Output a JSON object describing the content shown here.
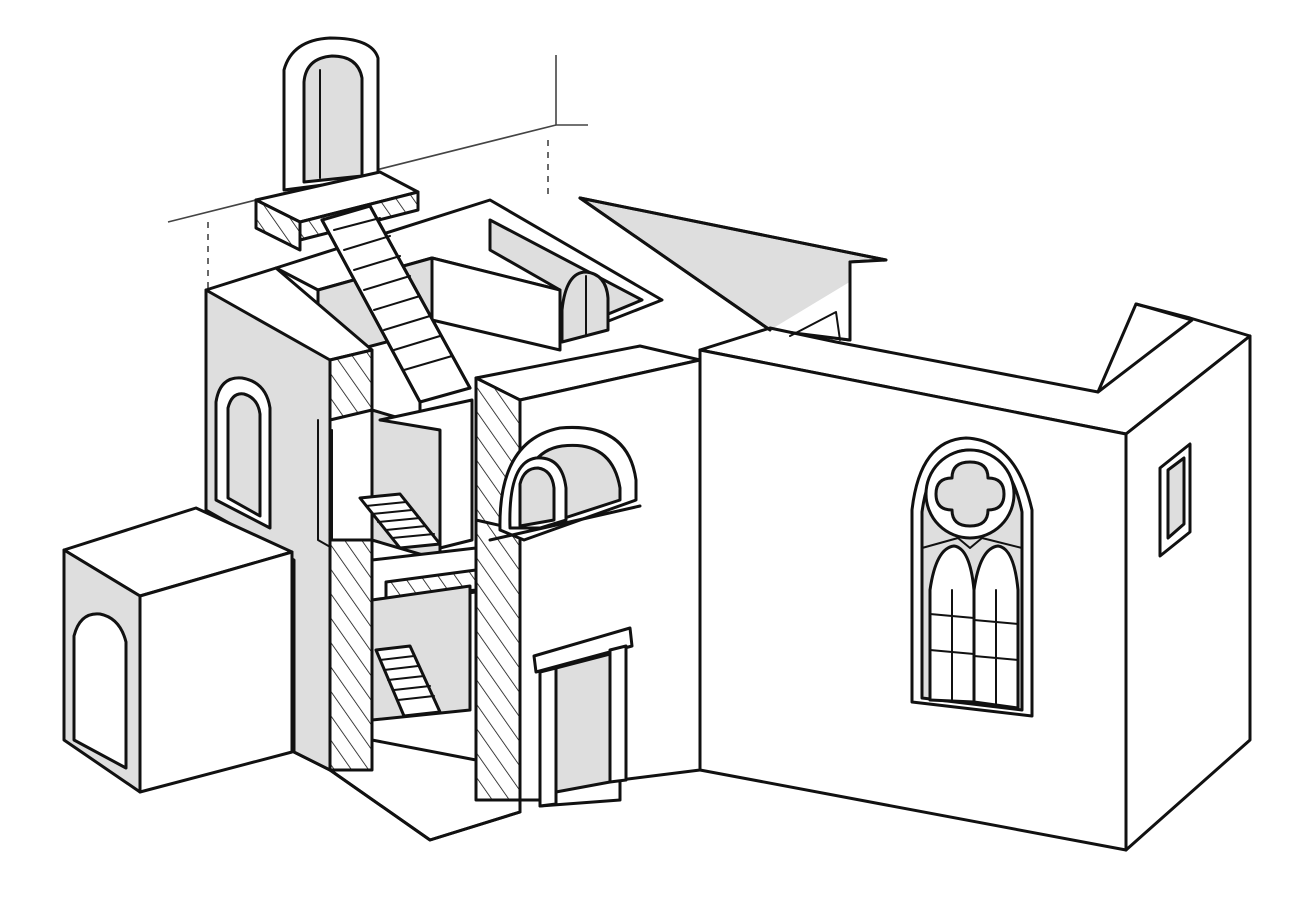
{
  "figure": {
    "kind": "isometric cutaway line drawing of a building",
    "style": "black ink on white, grey-shaded interior walls, diagonal hatching on cut walls",
    "colors": {
      "ink": "#111111",
      "shade": "#dedede",
      "background": "#ffffff"
    },
    "parts": [
      "tower-arched-doorway",
      "upper-stair-flight",
      "middle-stair-flight",
      "lower-stair-flight",
      "left-annex-block",
      "arched-window-left",
      "arched-balcony-opening",
      "ground-doorway",
      "large-right-hall",
      "gothic-tracery-window",
      "small-side-window"
    ]
  }
}
